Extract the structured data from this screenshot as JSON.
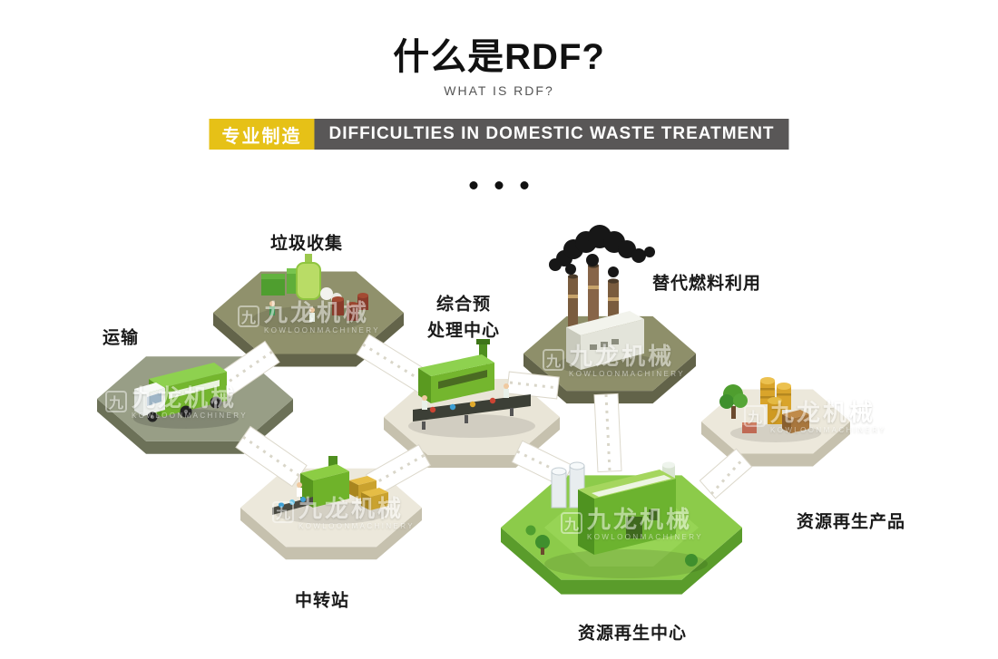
{
  "header": {
    "title": "什么是RDF?",
    "subtitle": "WHAT IS RDF?",
    "badge": "专业制造",
    "banner": "DIFFICULTIES IN DOMESTIC WASTE TREATMENT"
  },
  "diagram": {
    "labels": {
      "collection": "垃圾收集",
      "transport": "运输",
      "preprocessing_line1": "综合预",
      "preprocessing_line2": "处理中心",
      "alternative_fuel": "替代燃料利用",
      "transfer_station": "中转站",
      "regeneration_center": "资源再生中心",
      "regeneration_products": "资源再生产品"
    },
    "watermark": {
      "logo": "九",
      "text": "九龙机械",
      "subtext": "KOWLOONMACHINERY"
    }
  },
  "colors": {
    "badge_bg": "#e6c117",
    "banner_bg": "#595757",
    "platform_olive": "#90916c",
    "platform_cream": "#ece8db",
    "platform_green": "#8ccb4a",
    "machine_green": "#74b62e",
    "smoke_black": "#171717",
    "path_white": "#ffffff"
  }
}
